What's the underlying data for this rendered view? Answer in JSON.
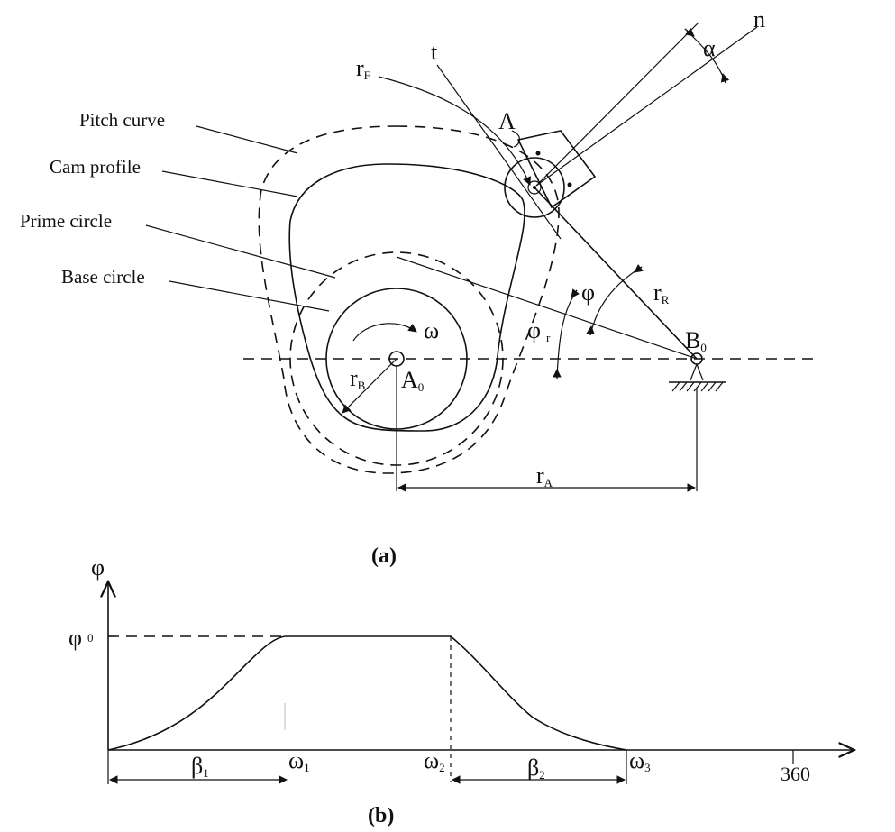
{
  "labels": {
    "pitch_curve": "Pitch curve",
    "cam_profile": "Cam profile",
    "prime_circle": "Prime circle",
    "base_circle": "Base circle"
  },
  "symbols": {
    "r": "r",
    "sub_F": "F",
    "sub_R": "R",
    "sub_B": "B",
    "sub_A": "A",
    "sub_r": "r",
    "sub_0": "0",
    "t": "t",
    "n": "n",
    "alpha": "α",
    "A": "A",
    "A0": "A",
    "B0": "B",
    "phi": "φ",
    "omega": "ω"
  },
  "captions": {
    "a": "(a)",
    "b": "(b)"
  },
  "graph": {
    "y_axis_label": "φ",
    "y_level_label": "φ",
    "y_level_sub": "0",
    "beta1": "β",
    "beta1_sub": "1",
    "beta2": "β",
    "beta2_sub": "2",
    "omega1": "ω",
    "omega1_sub": "1",
    "omega2": "ω",
    "omega2_sub": "2",
    "omega3": "ω",
    "omega3_sub": "3",
    "x_end": "360"
  }
}
